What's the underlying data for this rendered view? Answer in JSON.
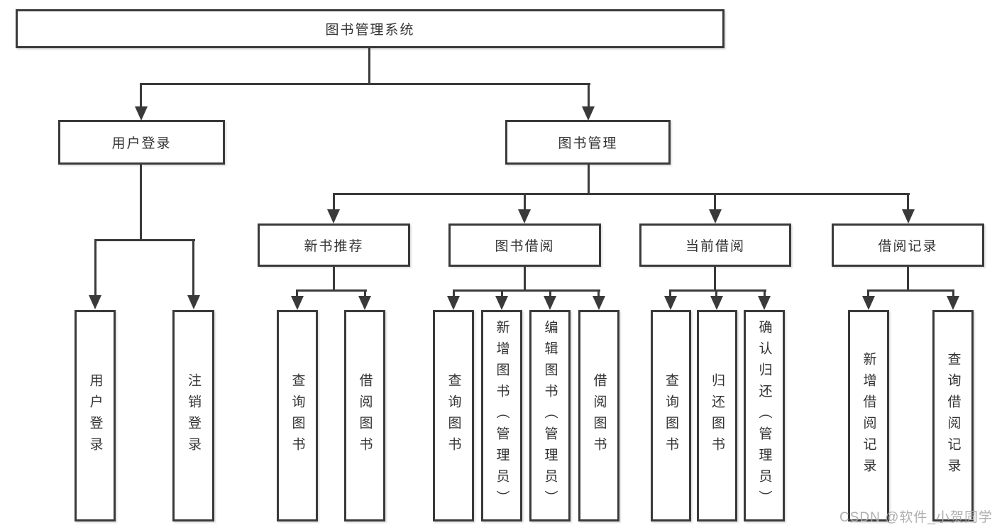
{
  "diagram": {
    "root": {
      "label": "图书管理系统"
    },
    "level2": [
      {
        "label": "用户登录"
      },
      {
        "label": "图书管理"
      }
    ],
    "level3": [
      {
        "label": "新书推荐"
      },
      {
        "label": "图书借阅"
      },
      {
        "label": "当前借阅"
      },
      {
        "label": "借阅记录"
      }
    ],
    "leaves": {
      "group1": [
        "用户登录",
        "注销登录"
      ],
      "group2": [
        "查询图书",
        "借阅图书"
      ],
      "group3": [
        "查询图书",
        "新增图书（管理员）",
        "编辑图书（管理员）",
        "借阅图书"
      ],
      "group4": [
        "查询图书",
        "归还图书",
        "确认归还（管理员）"
      ],
      "group5": [
        "新增借阅记录",
        "查询借阅记录"
      ]
    }
  },
  "watermark": "CSDN @软件_小贺同学",
  "colors": {
    "line": "#3a3a3a",
    "text": "#333333",
    "watermark": "#a8a8a8",
    "background": "#ffffff"
  }
}
